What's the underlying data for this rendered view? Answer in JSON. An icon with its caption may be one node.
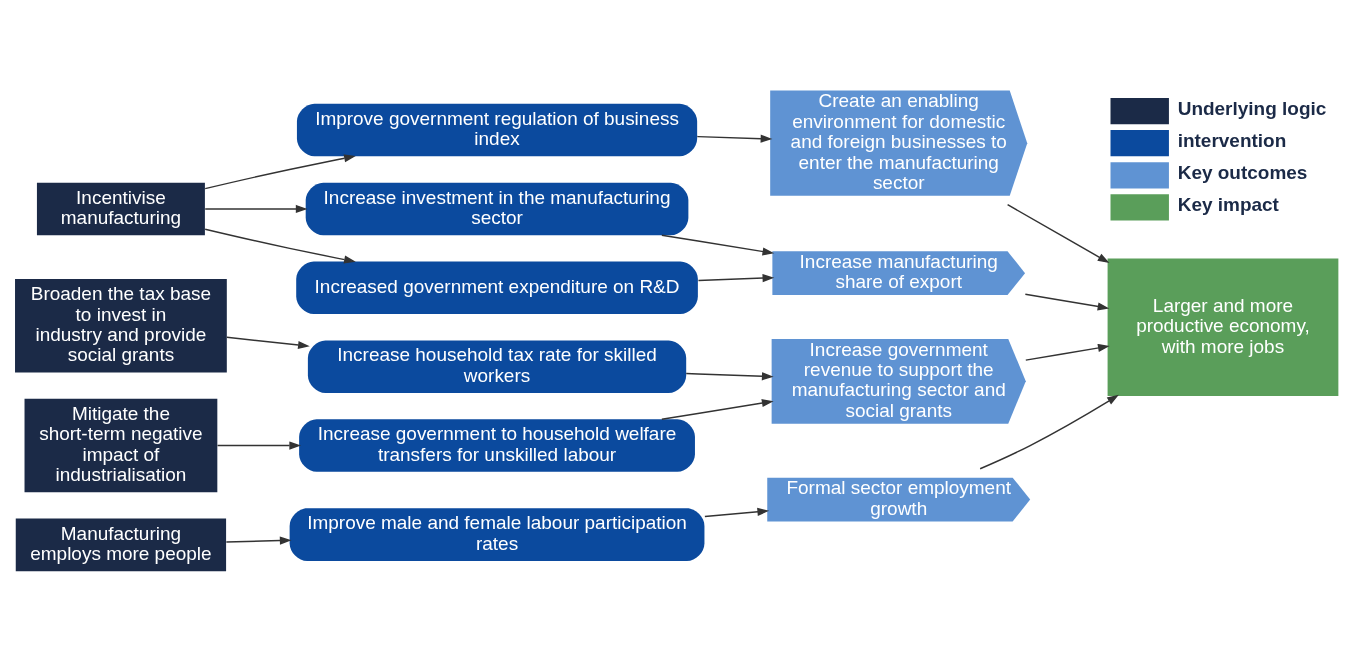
{
  "diagram": {
    "nodes": [
      {
        "text": [
          "Incentivise manufacturing"
        ]
      },
      {
        "text": [
          "Broaden the tax base to invest in industry and provide social grants"
        ]
      },
      {
        "text": [
          "Mitigate the short-term negative impact of industrialisation"
        ]
      },
      {
        "text": [
          "Manufacturing employs more people"
        ]
      },
      {
        "text": [
          "Improve government regulation of business index"
        ]
      },
      {
        "text": [
          "Increase investment in the manufacturing sector"
        ]
      },
      {
        "text": [
          "Increased government expenditure on R&D"
        ]
      },
      {
        "text": [
          "Increase household tax rate for skilled workers"
        ]
      },
      {
        "text": [
          "Increase government to household welfare transfers for unskilled labour"
        ]
      },
      {
        "text": [
          "Improve male and female labour participation rates"
        ]
      },
      {
        "text": [
          "Create an enabling environment for domestic and foreign businesses to enter the manufacturing sector"
        ]
      },
      {
        "text": [
          "Increase manufacturing share of export"
        ]
      },
      {
        "text": [
          "Increase government revenue to support the manufacturing sector and social grants"
        ]
      },
      {
        "text": [
          "Formal sector employment growth"
        ]
      },
      {
        "text": [
          "Larger and more productive economy, with more jobs"
        ]
      }
    ],
    "edges": [
      {
        "from": 0,
        "to": 4,
        "arrow": "to"
      },
      {
        "from": 0,
        "to": 5,
        "arrow": "to"
      },
      {
        "from": 0,
        "to": 6,
        "arrow": "to"
      },
      {
        "from": 1,
        "to": 7,
        "arrow": "to"
      },
      {
        "from": 2,
        "to": 8,
        "arrow": "to"
      },
      {
        "from": 3,
        "to": 9,
        "arrow": "to"
      },
      {
        "from": 4,
        "to": 10,
        "arrow": "to"
      },
      {
        "from": 5,
        "to": 11,
        "arrow": "to"
      },
      {
        "from": 6,
        "to": 11,
        "arrow": "to"
      },
      {
        "from": 7,
        "to": 12,
        "arrow": "to"
      },
      {
        "from": 8,
        "to": 12,
        "arrow": "to"
      },
      {
        "from": 9,
        "to": 13,
        "arrow": "to"
      },
      {
        "from": 10,
        "to": 14,
        "arrow": "to"
      },
      {
        "from": 11,
        "to": 14,
        "arrow": "to"
      },
      {
        "from": 12,
        "to": 14,
        "arrow": "to"
      },
      {
        "from": 13,
        "to": 14,
        "arrow": "to"
      }
    ],
    "legend": [
      {
        "text": "Underlying logic",
        "color": "#1b2a47"
      },
      {
        "text": "intervention",
        "color": "#0b4a9e"
      },
      {
        "text": "Key outcomes",
        "color": "#5f93d3"
      },
      {
        "text": "Key impact",
        "color": "#5a9e5a"
      }
    ]
  }
}
